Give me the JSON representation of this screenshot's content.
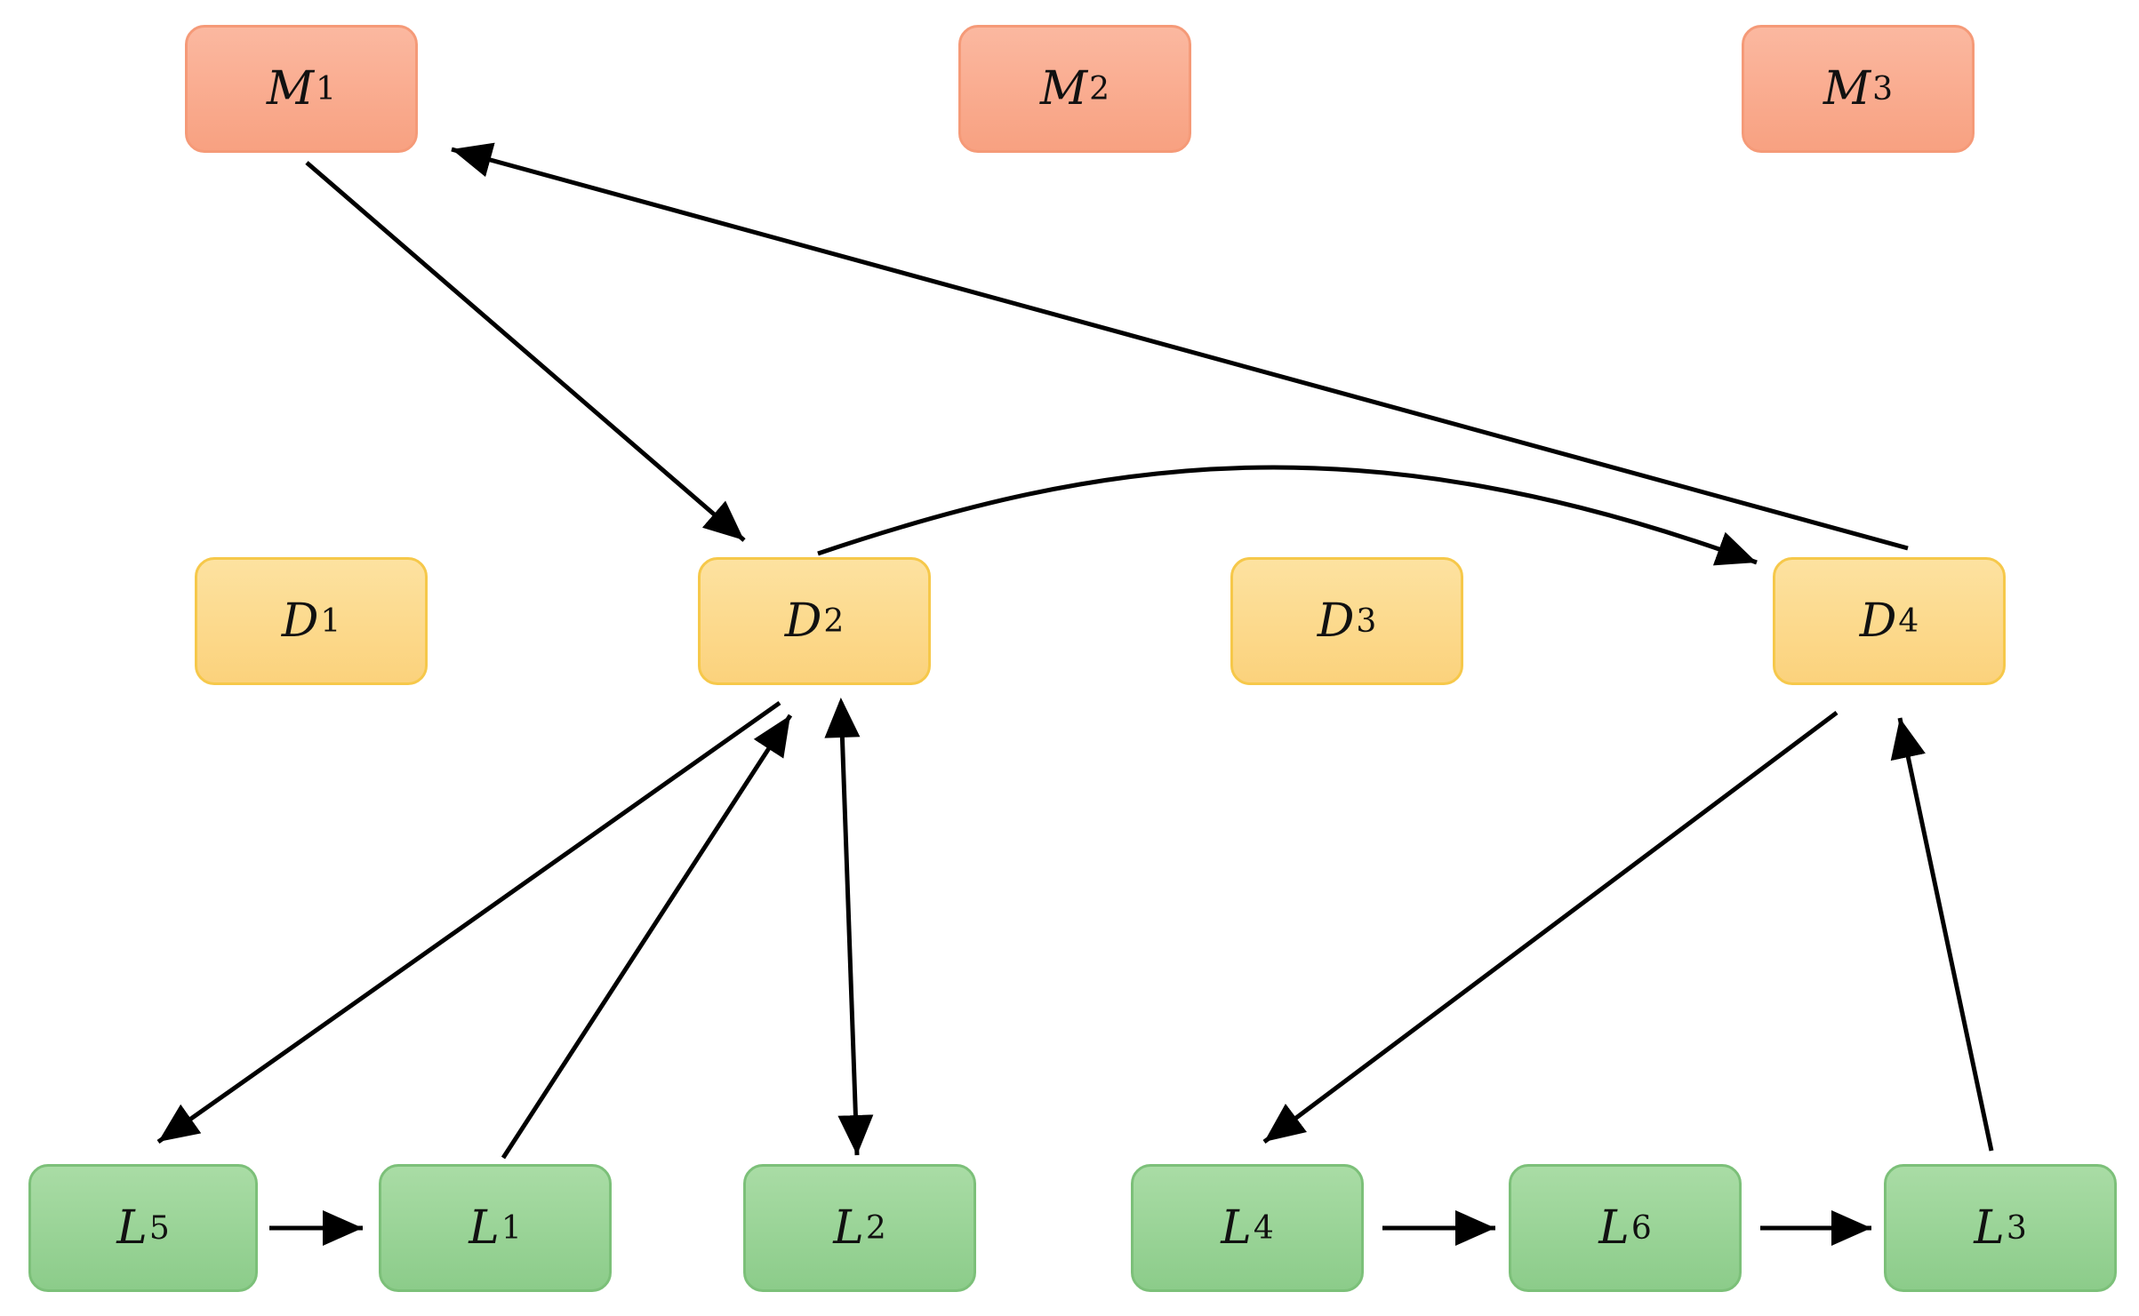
{
  "nodes": {
    "M1": {
      "base": "M",
      "sub": "1"
    },
    "M2": {
      "base": "M",
      "sub": "2"
    },
    "M3": {
      "base": "M",
      "sub": "3"
    },
    "D1": {
      "base": "D",
      "sub": "1"
    },
    "D2": {
      "base": "D",
      "sub": "2"
    },
    "D3": {
      "base": "D",
      "sub": "3"
    },
    "D4": {
      "base": "D",
      "sub": "4"
    },
    "L5": {
      "base": "L",
      "sub": "5"
    },
    "L1": {
      "base": "L",
      "sub": "1"
    },
    "L2": {
      "base": "L",
      "sub": "2"
    },
    "L4": {
      "base": "L",
      "sub": "4"
    },
    "L6": {
      "base": "L",
      "sub": "6"
    },
    "L3": {
      "base": "L",
      "sub": "3"
    }
  },
  "edges": [
    {
      "from": "M1",
      "to": "D2"
    },
    {
      "from": "D4",
      "to": "M1"
    },
    {
      "from": "D2",
      "to": "D4"
    },
    {
      "from": "D2",
      "to": "L5"
    },
    {
      "from": "L1",
      "to": "D2"
    },
    {
      "from": "D2",
      "to": "L2",
      "bidirectional": true
    },
    {
      "from": "D4",
      "to": "L4"
    },
    {
      "from": "L3",
      "to": "D4"
    },
    {
      "from": "L5",
      "to": "L1"
    },
    {
      "from": "L4",
      "to": "L6"
    },
    {
      "from": "L6",
      "to": "L3"
    }
  ],
  "colors": {
    "m_fill": "#f8a181",
    "d_fill": "#fbd27c",
    "l_fill": "#8ccc8a",
    "arrow": "#000000"
  }
}
